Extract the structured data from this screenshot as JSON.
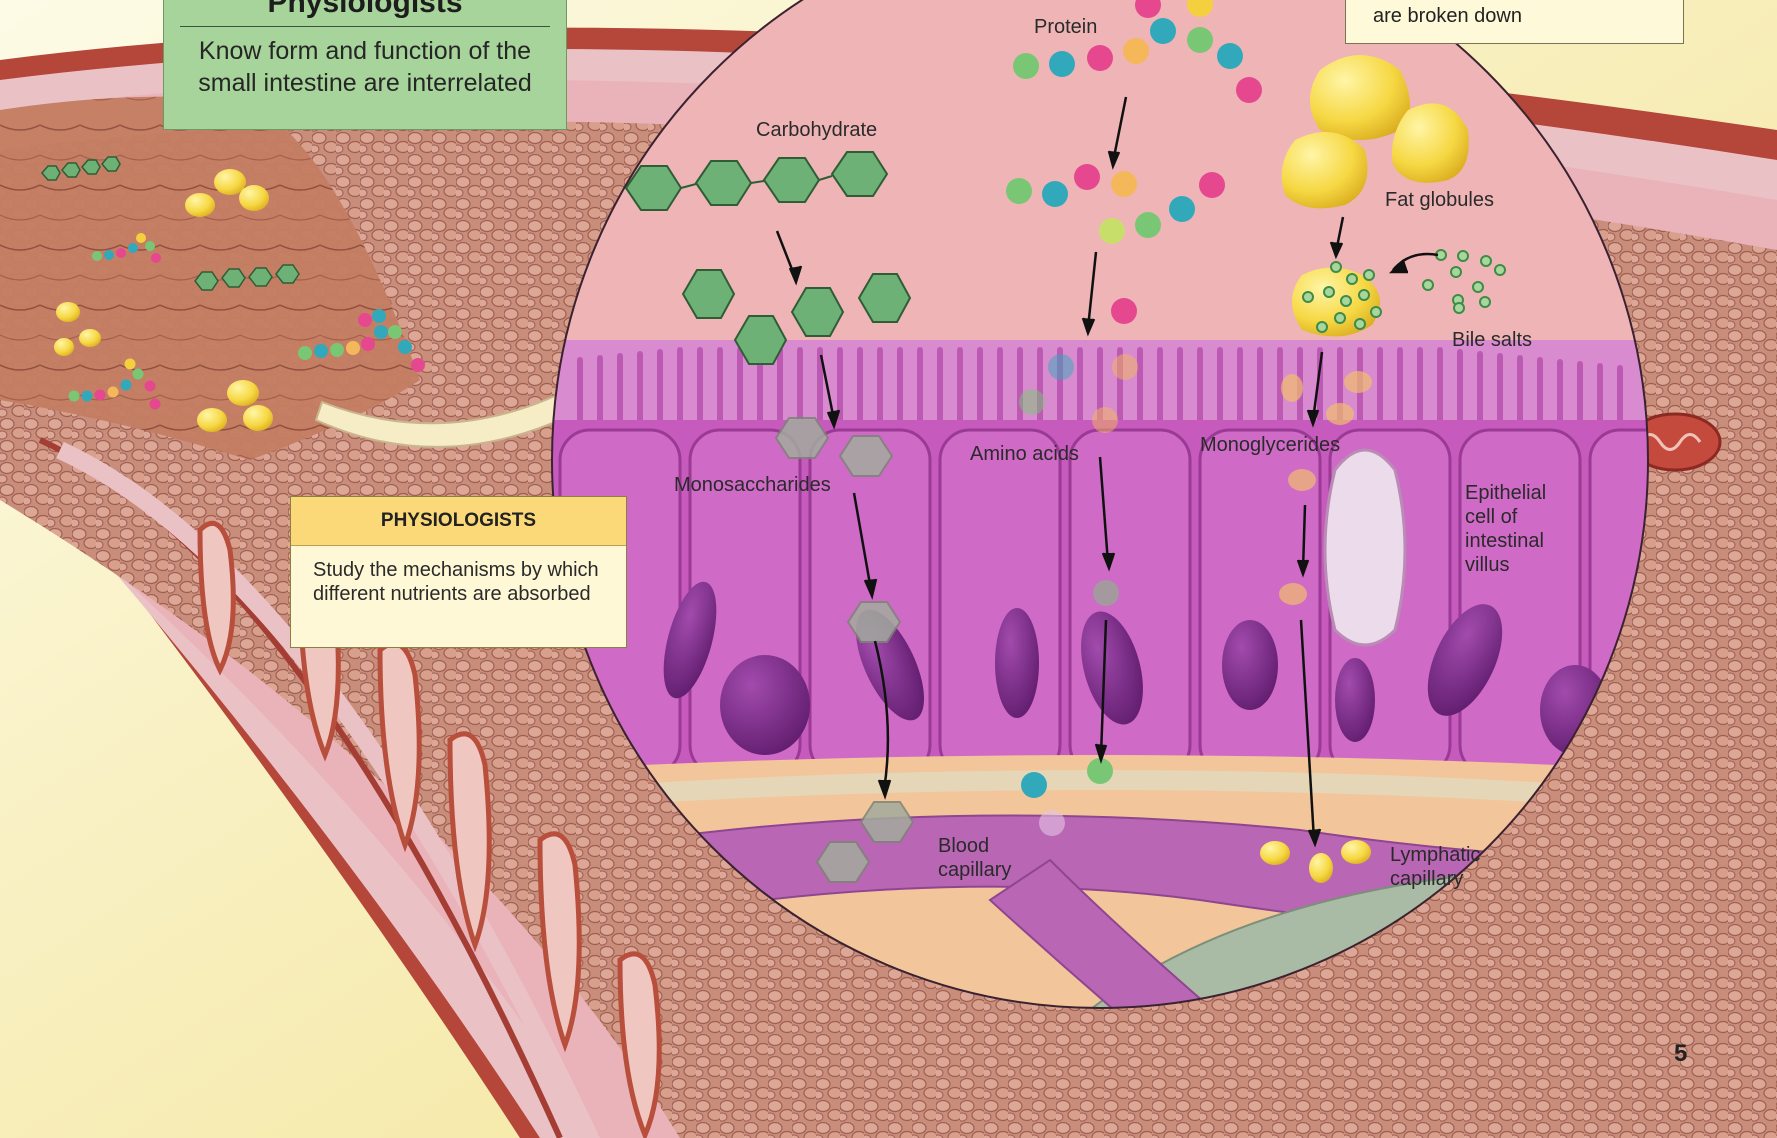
{
  "physiologists_title_box": {
    "title": "Physiologists",
    "text": "Know form and function of the small intestine are interrelated"
  },
  "physiologists_note_box": {
    "heading": "PHYSIOLOGISTS",
    "text": "Study the mechanisms by which different nutrients are absorbed"
  },
  "top_note_box": {
    "text": "are broken down"
  },
  "labels": {
    "protein": "Protein",
    "carbohydrate": "Carbohydrate",
    "fat_globules": "Fat globules",
    "bile_salts": "Bile salts",
    "monosaccharides": "Monosaccharides",
    "amino_acids": "Amino acids",
    "monoglycerides": "Monoglycerides",
    "epithelial_cell": [
      "Epithelial",
      "cell of",
      "intestinal",
      "villus"
    ],
    "blood_capillary": [
      "Blood",
      "capillary"
    ],
    "lymphatic_capillary": [
      "Lymphatic",
      "capillary"
    ]
  },
  "page_number": "5",
  "colors": {
    "intestine_wall": "#b84a3b",
    "lumen_tissue": "#c97a5e",
    "villi_texture": "#c88a78",
    "magnified_bg": "#efb6b7",
    "epithelium": "#c65bbd",
    "nucleus": "#7d2a86",
    "blood_capillary": "#b966b4",
    "lymphatic_capillary": "#a9bba4",
    "carbohydrate_hexagon": "#6eb176",
    "fat_globule": "#f6d94c",
    "amino_green": "#79c775",
    "amino_cyan": "#31a9bb",
    "amino_pink": "#e5488f",
    "amino_orange": "#f4b85b"
  }
}
